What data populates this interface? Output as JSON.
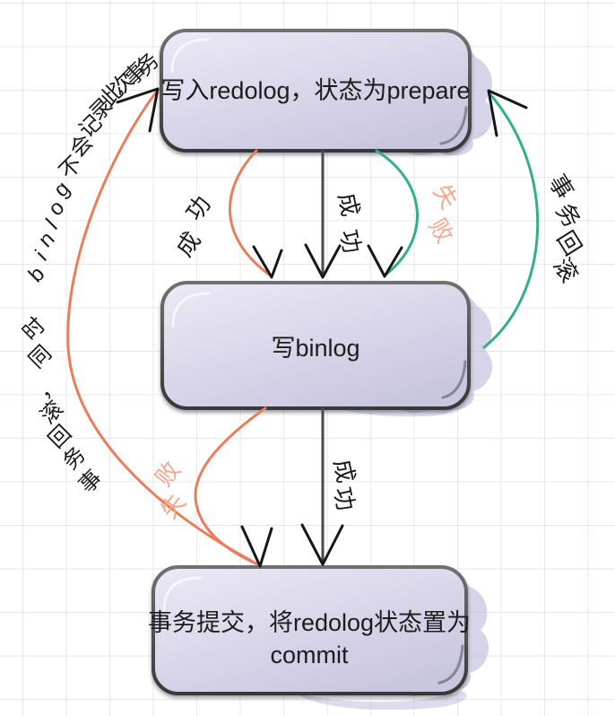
{
  "diagram": {
    "title": "redolog-binlog two-phase commit flow",
    "nodes": {
      "prepare": {
        "label": "写入redolog，状态为prepare"
      },
      "binlog": {
        "label": "写binlog"
      },
      "commit": {
        "label_line1": "事务提交，将redolog状态置为",
        "label_line2": "commit"
      }
    },
    "edges": {
      "prepare_binlog_success_curve": {
        "label": "成功"
      },
      "prepare_binlog_success_straight": {
        "label": "成功"
      },
      "prepare_binlog_fail_curve": {
        "label": "失败"
      },
      "binlog_rollback": {
        "label": "事务回滚"
      },
      "binlog_commit_success_straight": {
        "label": "成功"
      },
      "binlog_commit_fail_curve": {
        "label": "失败"
      },
      "rollback_no_binlog": {
        "label": "事务回滚，同时binlog不会记录此次事务"
      }
    },
    "colors": {
      "orange": "#e87e5d",
      "green": "#34b086",
      "salmon_label": "#f3a78c",
      "dark_line": "#4a4a4a",
      "label_text": "#1a1a1a",
      "node_fill_light": "#eceaf5",
      "node_fill_dark": "#c9c6e0",
      "node_border_top": "#707070",
      "node_border_bottom": "#383838",
      "blob": "#b5b0d5",
      "grid": "#e7e7ea",
      "background": "#ffffff"
    }
  }
}
